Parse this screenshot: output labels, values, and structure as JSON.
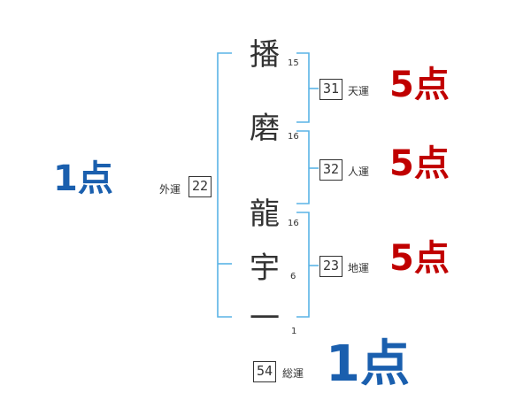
{
  "name_characters": [
    {
      "char": "播",
      "strokes": "15"
    },
    {
      "char": "磨",
      "strokes": "16"
    },
    {
      "char": "龍",
      "strokes": "16"
    },
    {
      "char": "宇",
      "strokes": "6"
    },
    {
      "char": "一",
      "strokes": "1"
    }
  ],
  "fortunes": {
    "ten": {
      "value": "31",
      "label": "天運",
      "score": "5点"
    },
    "jin": {
      "value": "32",
      "label": "人運",
      "score": "5点"
    },
    "chi": {
      "value": "23",
      "label": "地運",
      "score": "5点"
    },
    "gai": {
      "value": "22",
      "label": "外運",
      "score": "1点"
    },
    "so": {
      "value": "54",
      "label": "総運",
      "score": "1点"
    }
  },
  "colors": {
    "bracket": "#5ab4e6",
    "good_score": "#c00000",
    "bad_score": "#1a5fae",
    "text": "#333333"
  }
}
